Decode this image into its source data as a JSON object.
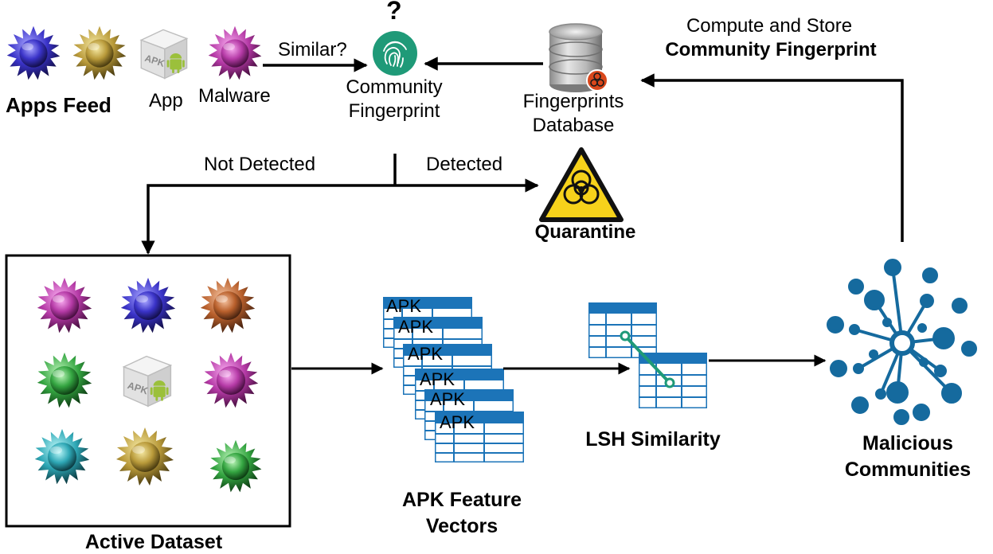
{
  "top": {
    "apps_feed_label": "Apps Feed",
    "app_label": "App",
    "malware_label": "Malware",
    "similar_label": "Similar?",
    "question_mark": "?",
    "community_fingerprint_line1": "Community",
    "community_fingerprint_line2": "Fingerprint",
    "db_line1": "Fingerprints",
    "db_line2": "Database",
    "compute_line1": "Compute and Store",
    "compute_line2": "Community Fingerprint",
    "not_detected_label": "Not Detected",
    "detected_label": "Detected",
    "quarantine_label": "Quarantine"
  },
  "bottom": {
    "active_dataset_label": "Active Dataset",
    "apk_feature_line1": "APK Feature",
    "apk_feature_line2": "Vectors",
    "lsh_label": "LSH Similarity",
    "malicious_line1": "Malicious",
    "malicious_line2": "Communities",
    "apk_card_text": "APK",
    "apk_box_text": "APK"
  },
  "colors": {
    "table_blue": "#1c74b8",
    "network_blue": "#156a9e",
    "fingerprint_green": "#1f9a78",
    "hazard_yellow": "#f6d21b"
  }
}
